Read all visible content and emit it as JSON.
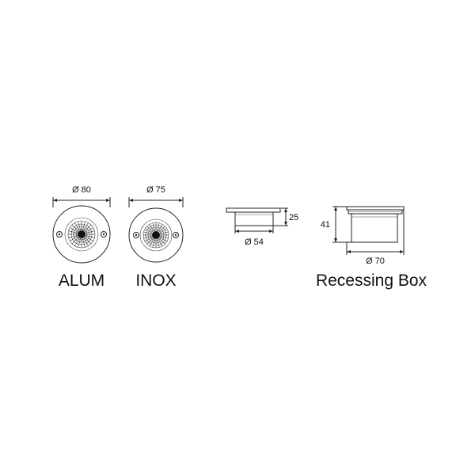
{
  "dimensions": {
    "alum_diameter": "Ø 80",
    "inox_diameter": "Ø 75",
    "side_diameter": "Ø 54",
    "side_height": "25",
    "box_height": "41",
    "box_diameter": "Ø 70"
  },
  "labels": {
    "alum": "ALUM",
    "inox": "INOX",
    "recessing_box": "Recessing Box"
  }
}
